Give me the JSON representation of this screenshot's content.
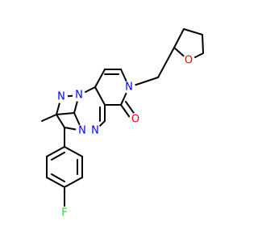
{
  "colors": {
    "background": "#ffffff",
    "bond": "#000000",
    "nitrogen": "#0000ff",
    "oxygen": "#ff0000",
    "fluorine": "#33cc33"
  },
  "labels": {
    "n_pyridinone": "N",
    "o_thf": "O",
    "o_carbonyl": "O",
    "n_pyrazole_1": "N",
    "n_pyrazole_2": "N",
    "n_triazine_1": "N",
    "n_triazine_2": "N",
    "f": "F"
  }
}
